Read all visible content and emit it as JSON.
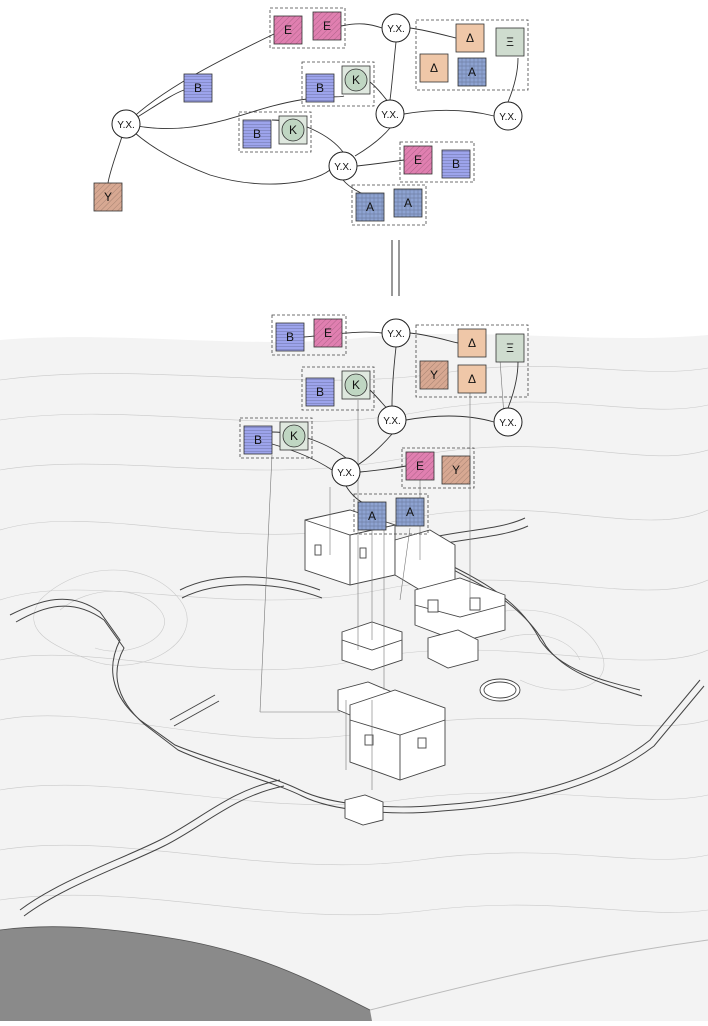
{
  "colors": {
    "E": "#e07fb0",
    "B": "#9da4ec",
    "K": "#bfd6c2",
    "D": "#efc7a8",
    "XI": "#cfdccf",
    "A": "#8ea3d2",
    "Y": "#d7a892",
    "terrain": "#f2f2f2",
    "cliff": "#8a8a8a"
  },
  "top_graph": {
    "nodes": [
      {
        "label": "E",
        "type": "E"
      },
      {
        "label": "E",
        "type": "E"
      },
      {
        "label": "Y.X.",
        "type": "circle"
      },
      {
        "label": "Δ",
        "type": "D"
      },
      {
        "label": "Ξ",
        "type": "XI"
      },
      {
        "label": "Δ",
        "type": "D"
      },
      {
        "label": "A",
        "type": "A"
      },
      {
        "label": "B",
        "type": "B"
      },
      {
        "label": "K",
        "type": "K"
      },
      {
        "label": "B",
        "type": "B"
      },
      {
        "label": "Y.X.",
        "type": "circle"
      },
      {
        "label": "Y.X.",
        "type": "circle"
      },
      {
        "label": "Y.X.",
        "type": "circle"
      },
      {
        "label": "B",
        "type": "B"
      },
      {
        "label": "K",
        "type": "K"
      },
      {
        "label": "Y.X.",
        "type": "circle"
      },
      {
        "label": "E",
        "type": "E"
      },
      {
        "label": "B",
        "type": "B"
      },
      {
        "label": "Y",
        "type": "Y"
      },
      {
        "label": "A",
        "type": "A"
      },
      {
        "label": "A",
        "type": "A"
      }
    ]
  },
  "bottom_graph": {
    "nodes": [
      {
        "label": "B",
        "type": "B"
      },
      {
        "label": "E",
        "type": "E"
      },
      {
        "label": "Y.X.",
        "type": "circle"
      },
      {
        "label": "Δ",
        "type": "D"
      },
      {
        "label": "Ξ",
        "type": "XI"
      },
      {
        "label": "Y",
        "type": "Y"
      },
      {
        "label": "Δ",
        "type": "D"
      },
      {
        "label": "B",
        "type": "B"
      },
      {
        "label": "K",
        "type": "K"
      },
      {
        "label": "Y.X.",
        "type": "circle"
      },
      {
        "label": "Y.X.",
        "type": "circle"
      },
      {
        "label": "B",
        "type": "B"
      },
      {
        "label": "K",
        "type": "K"
      },
      {
        "label": "Y.X.",
        "type": "circle"
      },
      {
        "label": "E",
        "type": "E"
      },
      {
        "label": "Y",
        "type": "Y"
      },
      {
        "label": "A",
        "type": "A"
      },
      {
        "label": "A",
        "type": "A"
      }
    ]
  }
}
